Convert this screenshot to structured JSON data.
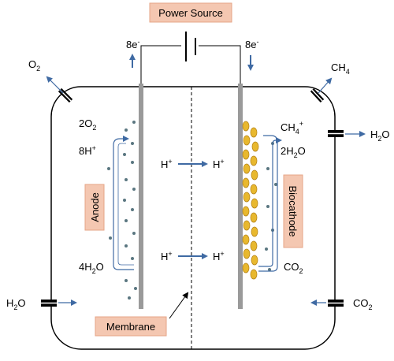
{
  "title": "Power Source",
  "labels": {
    "anode": "Anode",
    "biocathode": "Biocathode",
    "membrane": "Membrane"
  },
  "electrons": {
    "left": "8e",
    "right": "8e",
    "superscript": "-"
  },
  "gases": {
    "o2": "O",
    "o2_sub": "2",
    "ch4_top": "CH",
    "ch4_top_sub": "4",
    "h2o_right": "H",
    "h2o_right_sub": "2",
    "h2o_right_end": "O",
    "h2o_left": "H",
    "h2o_left_sub": "2",
    "h2o_left_end": "O",
    "co2_bottom": "CO",
    "co2_bottom_sub": "2"
  },
  "anode_species": {
    "o2_coef": "2O",
    "o2_sub": "2",
    "h_plus": "8H",
    "h_plus_sup": "+",
    "water_coef": "4H",
    "water_sub": "2",
    "water_end": "O"
  },
  "cathode_species": {
    "ch4": "CH",
    "ch4_sub": "4",
    "ch4_sup": "+",
    "water_coef": "2H",
    "water_sub": "2",
    "water_end": "O",
    "co2": "CO",
    "co2_sub": "2"
  },
  "proton_transfer": {
    "h": "H",
    "sup": "+"
  },
  "colors": {
    "box_fill": "#f4c7b1",
    "box_stroke": "#e6a587",
    "arrow_blue": "#3f6aa3",
    "electrode": "#9a9a9a",
    "microbe": "#e8b82e",
    "particle": "#5a7680"
  }
}
